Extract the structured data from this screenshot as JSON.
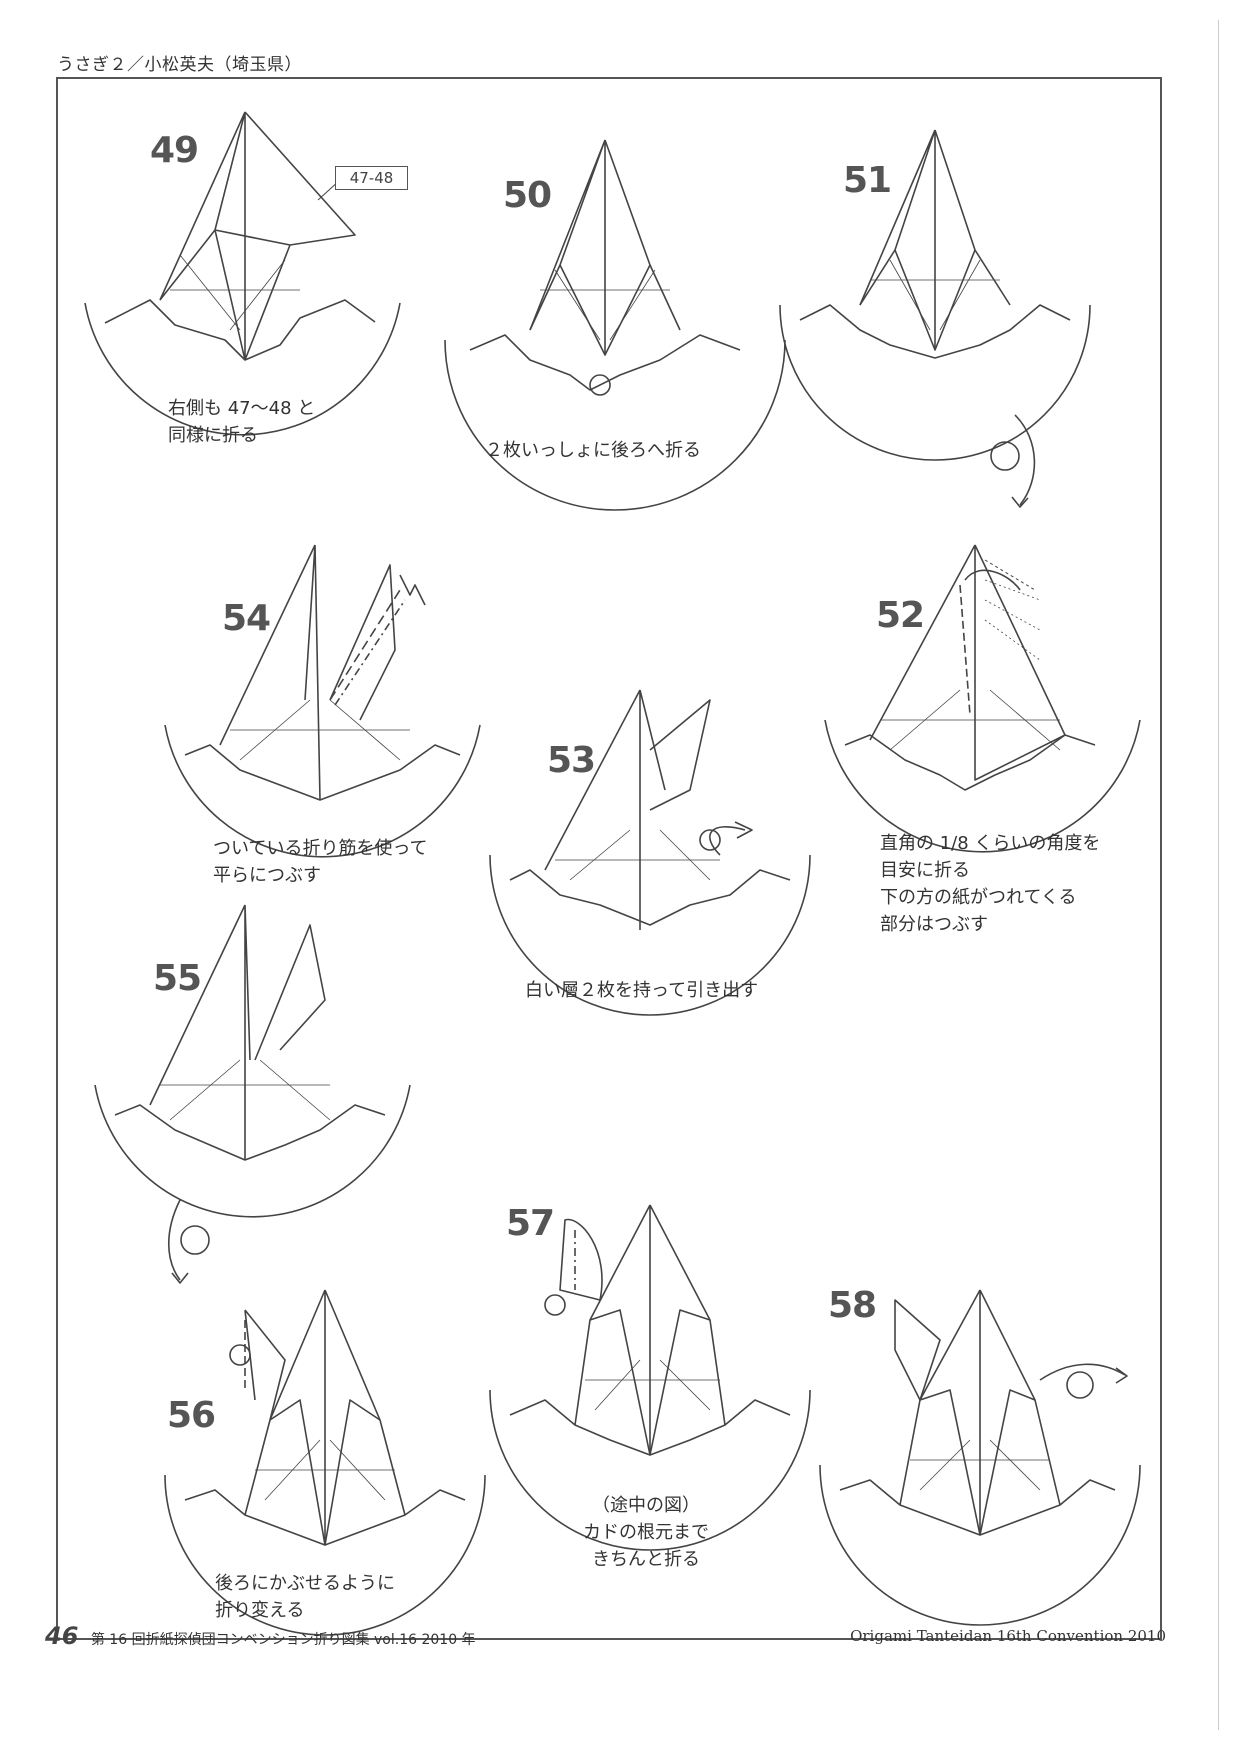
{
  "header": {
    "title": "うさぎ２／小松英夫（埼玉県）"
  },
  "steps": [
    {
      "num": "49",
      "caption": "右側も 47〜48 と\n同様に折る",
      "ref": "47-48"
    },
    {
      "num": "50",
      "caption": "２枚いっしょに後ろへ折る"
    },
    {
      "num": "51",
      "caption": ""
    },
    {
      "num": "52",
      "caption": "直角の 1/8 くらいの角度を\n目安に折る\n下の方の紙がつれてくる\n部分はつぶす"
    },
    {
      "num": "53",
      "caption": "白い層２枚を持って引き出す"
    },
    {
      "num": "54",
      "caption": "ついている折り筋を使って\n平らにつぶす"
    },
    {
      "num": "55",
      "caption": ""
    },
    {
      "num": "56",
      "caption": "後ろにかぶせるように\n折り変える"
    },
    {
      "num": "57",
      "caption": "（途中の図）\nカドの根元まで\nきちんと折る"
    },
    {
      "num": "58",
      "caption": ""
    }
  ],
  "footer": {
    "page": "46",
    "left_text": "第 16 回折紙探偵団コンベンション折り図集 vol.16 2010 年",
    "right_text": "Origami Tanteidan 16th Convention 2010"
  }
}
